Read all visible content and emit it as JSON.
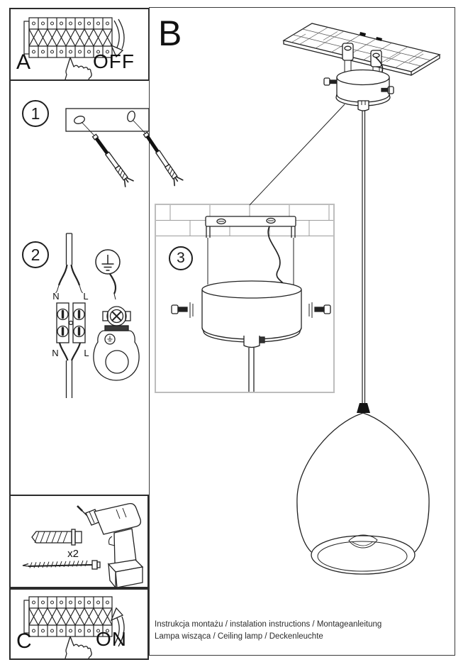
{
  "panel_a": {
    "label": "A",
    "action": "OFF"
  },
  "section_b": {
    "label": "B"
  },
  "step_1": {
    "number": "1"
  },
  "step_2": {
    "number": "2",
    "labels": {
      "n_top": "N",
      "l_top": "L",
      "n_bottom": "N",
      "l_bottom": "L"
    }
  },
  "step_3": {
    "number": "3"
  },
  "hardware": {
    "quantity": "x2"
  },
  "panel_c": {
    "label": "C",
    "action": "ON"
  },
  "footer": {
    "line1": "Instrukcja montażu / instalation instructions / Montageanleitung",
    "line2": "Lampa wisząca / Ceiling lamp  / Deckenleuchte"
  },
  "colors": {
    "line": "#222222",
    "detail_box_border": "#bdbdbd"
  }
}
